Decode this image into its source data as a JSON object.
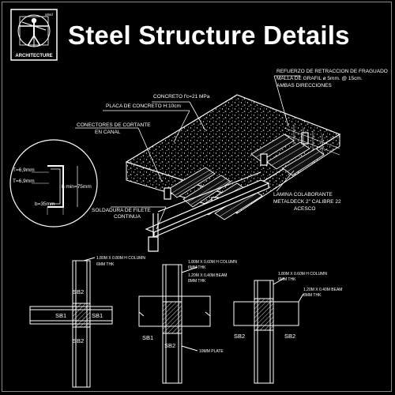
{
  "title": "Steel Structure Details",
  "logo": {
    "small_text": "Mind",
    "caption": "ARCHITECTURE"
  },
  "slab_labels": {
    "concrete": "CONCRETO f'c=21 MPa",
    "slab": "PLACA DE CONCRETO H:10cm",
    "connectors_1": "CONECTORES DE CORTANTE",
    "connectors_2": "EN CANAL",
    "rebar_1": "REFUERZO DE RETRACCION DE FRAGUADO",
    "rebar_2": "MALLA DE GRAFIL ø 5mm. @ 15cm.",
    "rebar_3": "AMBAS DIRECCIONES",
    "deck_1": "LAMINA COLABORANTE",
    "deck_2": "METALDECK 2\" CALIBRE 22",
    "deck_3": "ACESCO",
    "weld_1": "SOLDADURA DE FILETE",
    "weld_2": "CONTINUA"
  },
  "section_labels": {
    "t1": "T=6,9mm",
    "t2": "T=6,9mm",
    "h": "h min=75mm",
    "b": "b=35mm"
  },
  "detail_labels": {
    "sb1": "SB1",
    "sb2": "SB2",
    "column_note_left": "1.80M X 0.80M H COLUMN",
    "column_note_left_2": "6MM THK",
    "note_mid_1": "1.80M X 0.60M H COLUMN",
    "note_mid_2": "6MM THK",
    "note_right_1": "1.80M X 0.60M H COLUMN",
    "note_right_2": "6MM THK",
    "note_beam": "1.20M X 0.40M BEAM",
    "note_beam_2": "8MM THK",
    "note_plate": "10MM PLATE"
  }
}
